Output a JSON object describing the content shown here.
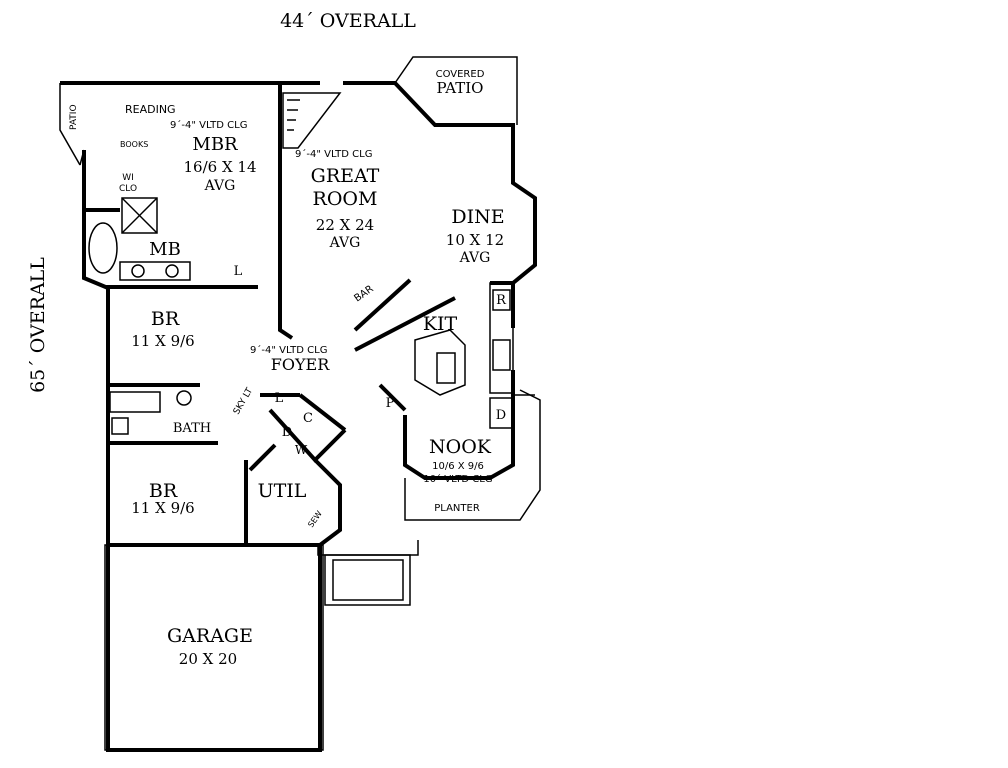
{
  "dimensions": {
    "width_overall": "44´ OVERALL",
    "depth_overall": "65´ OVERALL"
  },
  "rooms": {
    "mbr": {
      "name": "MBR",
      "size": "16/6 X 14",
      "avg": "AVG",
      "ceiling": "9´-4\" VLTD CLG"
    },
    "reading": "READING",
    "books": "BOOKS",
    "patio_small": "PATIO",
    "wi_clo_1": "WI",
    "wi_clo_2": "CLO",
    "mb": "MB",
    "mb_linen": "L",
    "great_room": {
      "name1": "GREAT",
      "name2": "ROOM",
      "size": "22 X 24",
      "avg": "AVG",
      "ceiling": "9´-4\" VLTD CLG"
    },
    "covered_patio": {
      "line1": "COVERED",
      "line2": "PATIO"
    },
    "dine": {
      "name": "DINE",
      "size": "10 X 12",
      "avg": "AVG"
    },
    "bar": "BAR",
    "kit": "KIT",
    "refrigerator": "R",
    "dishwasher": "D",
    "pantry": "P",
    "br1": {
      "name": "BR",
      "size": "11 X 9/6"
    },
    "foyer": {
      "name": "FOYER",
      "ceiling": "9´-4\" VLTD CLG"
    },
    "sky_lt": "SKY LT",
    "hall_linen": "L",
    "coat": "C",
    "dryer": "D",
    "washer": "W",
    "bath": "BATH",
    "nook": {
      "name": "NOOK",
      "size": "10/6 X 9/6",
      "ceiling": "10´ VLTD CLG"
    },
    "br2": {
      "name": "BR",
      "size": "11 X 9/6"
    },
    "util": "UTIL",
    "sew": "SEW",
    "planter": "PLANTER",
    "garage": {
      "name": "GARAGE",
      "size": "20 X 20"
    }
  },
  "colors": {
    "ink": "#000000",
    "paper": "#ffffff"
  }
}
